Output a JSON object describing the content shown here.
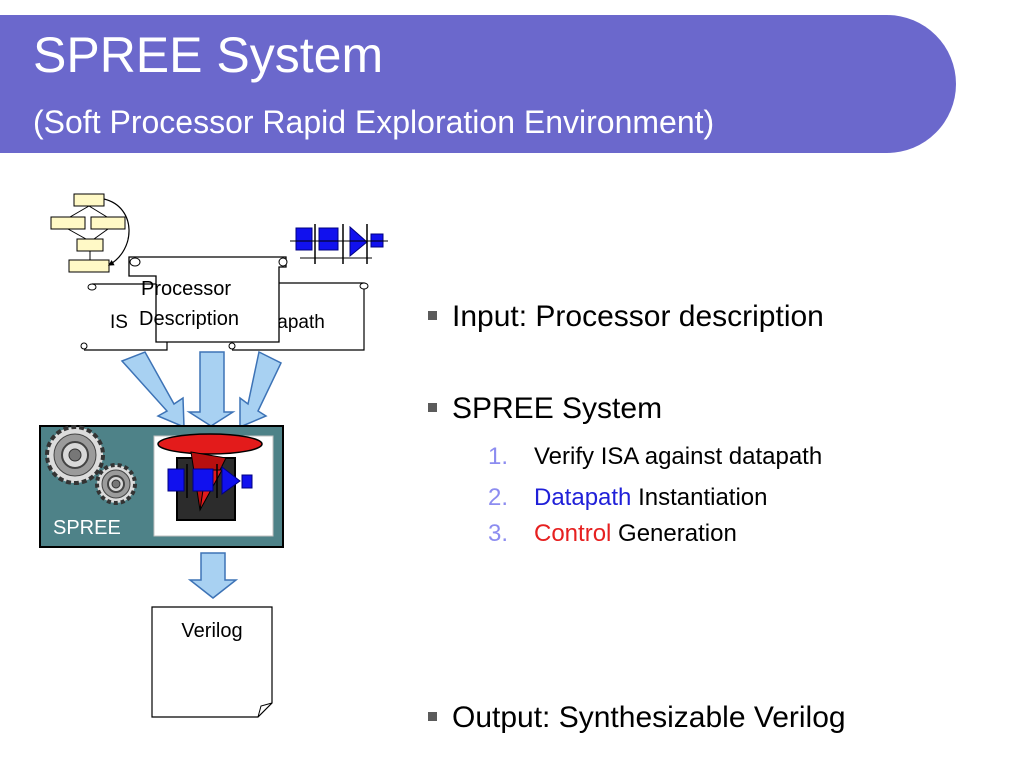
{
  "slide": {
    "title": "SPREE System",
    "subtitle": "(Soft Processor Rapid Exploration Environment)"
  },
  "diagram": {
    "labels": {
      "isa_partial": "IS",
      "processor_line1": "Processor",
      "processor_line2": "Description",
      "datapath_partial": "tapath",
      "spree": "SPREE",
      "verilog": "Verilog"
    },
    "colors": {
      "arrow_fill": "#a8d1f2",
      "arrow_stroke": "#3d73b6",
      "spree_fill": "#4e8288",
      "datapath_blue": "#1111ee"
    }
  },
  "bullets": {
    "input": "Input: Processor description",
    "system": "SPREE System",
    "output": "Output: Synthesizable Verilog",
    "steps": [
      {
        "num": "1.",
        "emph": "",
        "text": "Verify ISA against datapath"
      },
      {
        "num": "2.",
        "emph": "Datapath",
        "text": " Instantiation"
      },
      {
        "num": "3.",
        "emph": "Control",
        "text": " Generation"
      }
    ]
  }
}
